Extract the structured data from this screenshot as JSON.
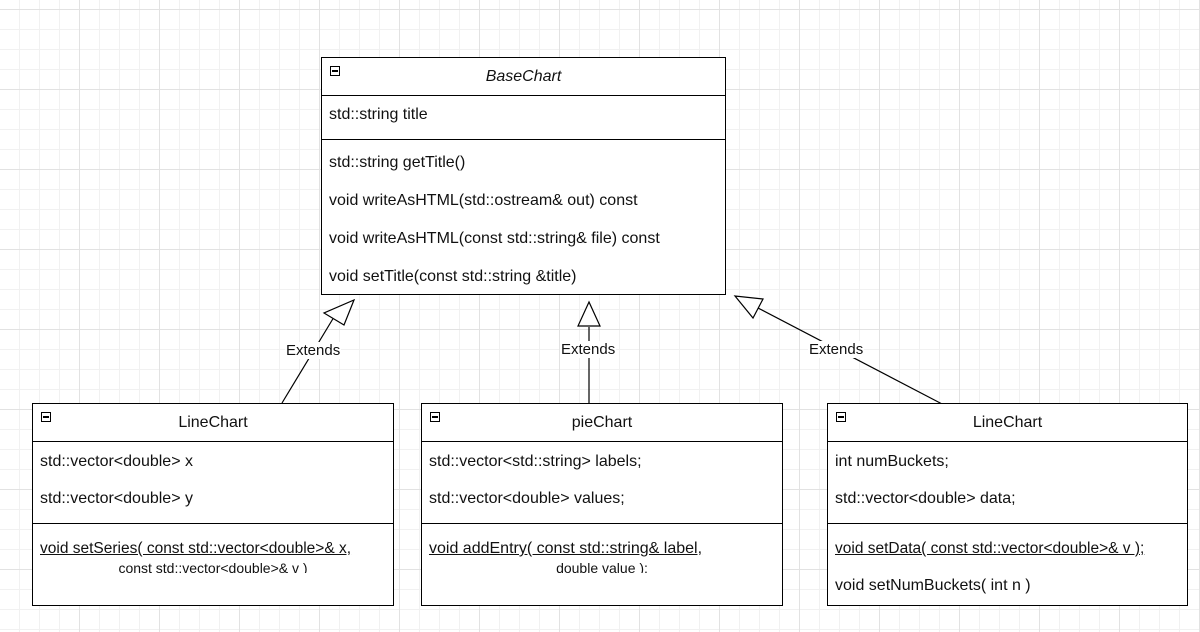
{
  "diagram": {
    "base": {
      "name": "BaseChart",
      "attributes": [
        "std::string title"
      ],
      "methods": [
        "std::string getTitle()",
        "void writeAsHTML(std::ostream& out) const",
        "void writeAsHTML(const std::string& file) const",
        "void setTitle(const std::string &title)"
      ]
    },
    "left": {
      "name": "LineChart",
      "attributes": [
        "std::vector<double> x",
        "std::vector<double> y"
      ],
      "method_line1": "void setSeries( const std::vector<double>& x,",
      "method_line2": "const std::vector<double>& v )"
    },
    "middle": {
      "name": "pieChart",
      "attributes": [
        "std::vector<std::string> labels;",
        "std::vector<double> values;"
      ],
      "method_line1": "void addEntry( const std::string& label,",
      "method_line2": "double value );"
    },
    "right": {
      "name": "LineChart",
      "attributes": [
        "int numBuckets;",
        "std::vector<double> data;"
      ],
      "methods": [
        "void setData( const std::vector<double>& v );",
        "void setNumBuckets( int n )"
      ]
    },
    "relation_label": "Extends"
  }
}
